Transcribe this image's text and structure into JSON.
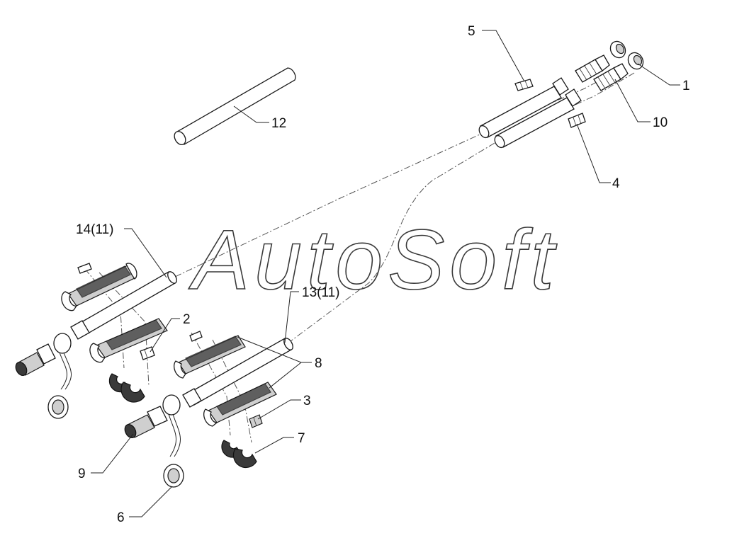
{
  "watermark": "AutoSoft",
  "callouts": [
    {
      "id": "c1",
      "text": "1"
    },
    {
      "id": "c2",
      "text": "2"
    },
    {
      "id": "c3",
      "text": "3"
    },
    {
      "id": "c4",
      "text": "4"
    },
    {
      "id": "c5",
      "text": "5"
    },
    {
      "id": "c6",
      "text": "6"
    },
    {
      "id": "c7",
      "text": "7"
    },
    {
      "id": "c8",
      "text": "8"
    },
    {
      "id": "c9",
      "text": "9"
    },
    {
      "id": "c10",
      "text": "10"
    },
    {
      "id": "c12",
      "text": "12"
    },
    {
      "id": "c13",
      "text": "13(11)"
    },
    {
      "id": "c14",
      "text": "14(11)"
    }
  ]
}
